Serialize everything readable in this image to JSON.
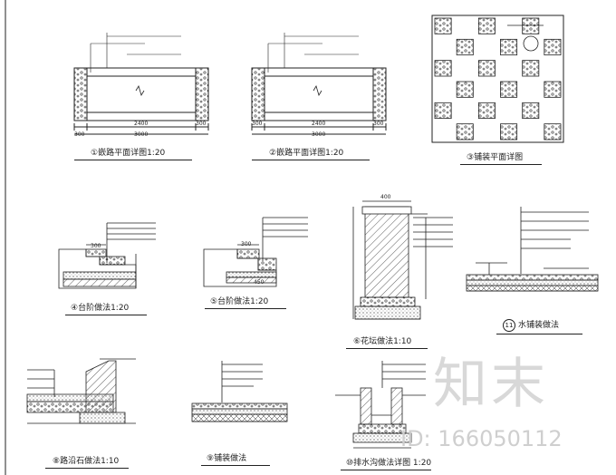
{
  "captions": {
    "c1": "①嵌路平面详图1:20",
    "c2": "②嵌路平面详图1:20",
    "c3": "③铺装平面详图",
    "c4": "④台阶做法1:20",
    "c5": "⑤台阶做法1:20",
    "c6": "⑥花坛做法1:10",
    "c7": "水铺装做法",
    "c7num": "11",
    "c8": "⑧路沿石做法1:10",
    "c9": "⑨铺装做法",
    "c10": "⑩排水沟做法详图 1:20"
  },
  "dims": {
    "d300a": "300",
    "d2400": "2400",
    "d300b": "300",
    "d3000": "3000",
    "d300c": "300",
    "d2400b": "2400",
    "d300d": "300",
    "d3000b": "3000",
    "d300e": "300",
    "d300f": "300",
    "d400": "400",
    "d450": "450"
  },
  "watermark": {
    "brand": "知末",
    "id": "ID: 166050112"
  },
  "colors": {
    "ink": "#222222",
    "hatch": "#333333",
    "wm": "#d0d0d0"
  }
}
